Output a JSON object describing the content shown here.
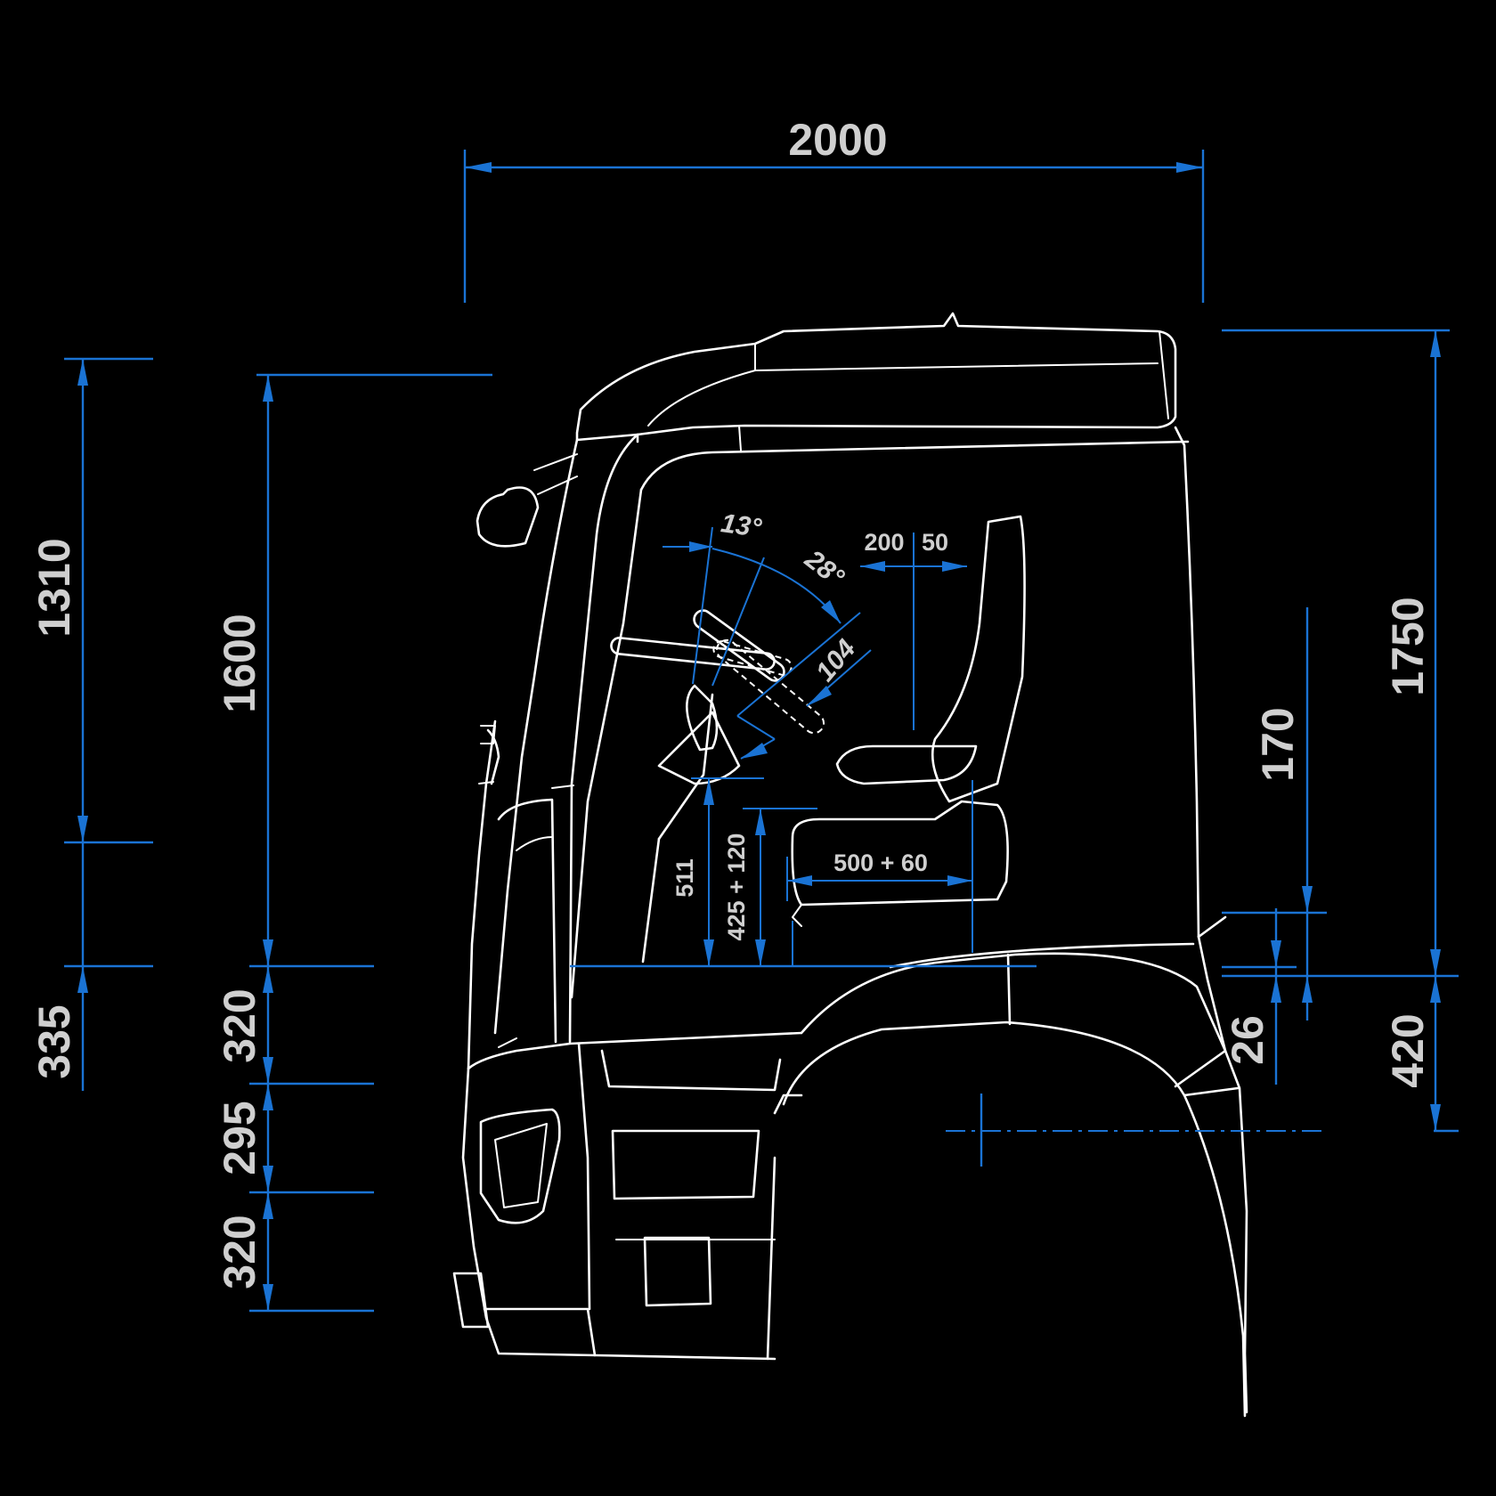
{
  "colors": {
    "background": "#000000",
    "dimension_line": "#1a73d4",
    "outline": "#ffffff",
    "label": "#cfcfcf"
  },
  "dimensions": {
    "overall_length": "2000",
    "left_top": "1310",
    "left_bottom": "335",
    "interior_height": "1600",
    "step_1": "320",
    "step_2": "295",
    "step_3": "320",
    "overall_height": "1750",
    "floor_to_wheel": "420",
    "tunnel": "170",
    "floor_offset": "26",
    "wheel_angle": "13°",
    "seat_angle": "28°",
    "wheel_offset": "104",
    "seat_adjust": "200",
    "seat_adjust_extra": "50",
    "seat_travel": "500 + 60",
    "wheel_height": "511",
    "seat_height": "425 + 120"
  }
}
